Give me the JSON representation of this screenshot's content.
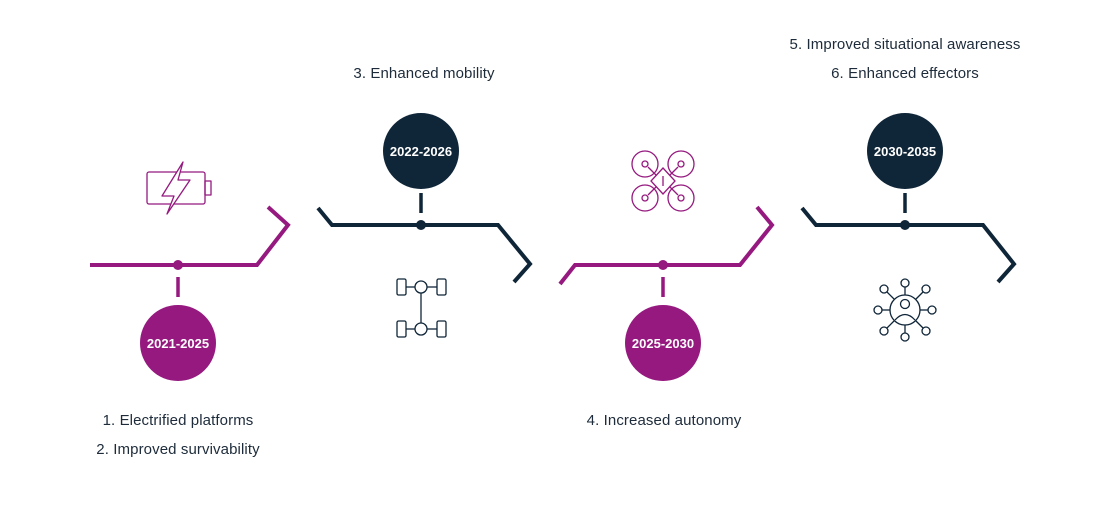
{
  "colors": {
    "magenta": "#95197f",
    "navy": "#0f2538",
    "bubble_text": "#ffffff"
  },
  "phases": [
    {
      "period": "2021-2025",
      "color": "magenta",
      "icon": "battery-lightning-icon",
      "items": [
        "1. Electrified platforms",
        "2. Improved survivability"
      ]
    },
    {
      "period": "2022-2026",
      "color": "navy",
      "icon": "vehicle-chassis-icon",
      "items": [
        "3. Enhanced mobility"
      ]
    },
    {
      "period": "2025-2030",
      "color": "magenta",
      "icon": "drone-icon",
      "items": [
        "4. Increased autonomy"
      ]
    },
    {
      "period": "2030-2035",
      "color": "navy",
      "icon": "network-person-icon",
      "items": [
        "5. Improved situational awareness",
        "6. Enhanced effectors"
      ]
    }
  ]
}
